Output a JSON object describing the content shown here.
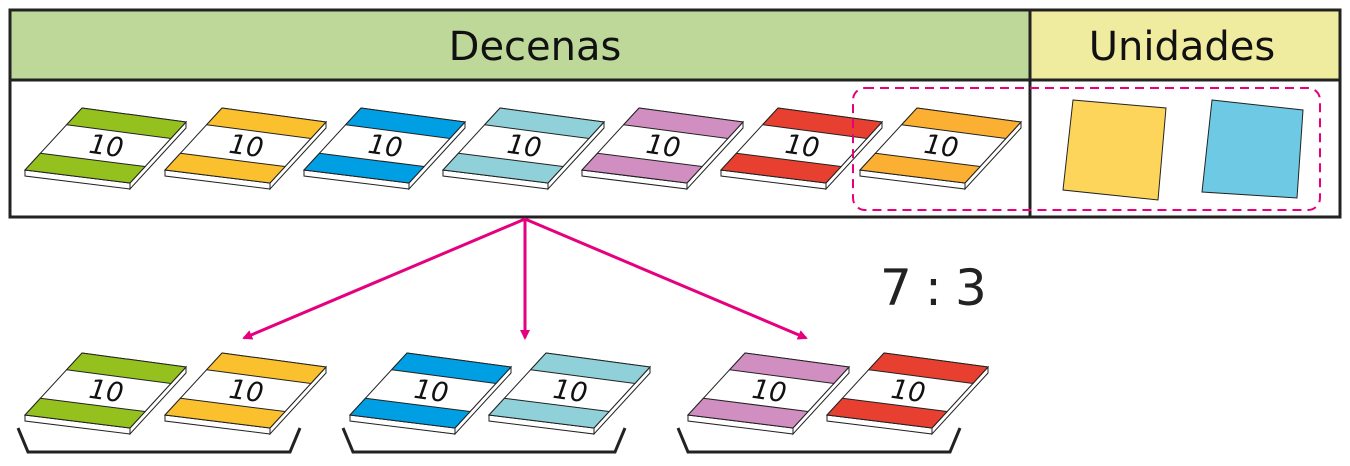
{
  "table": {
    "tens_header": "Decenas",
    "units_header": "Unidades",
    "tens_color": "#bdd898",
    "units_color": "#f0ec9f"
  },
  "tile_label": "10",
  "top_tiles": [
    "#95c11f",
    "#fbc02d",
    "#009fe3",
    "#8fd0d9",
    "#d08fc0",
    "#e84030",
    "#fbb034"
  ],
  "unit_squares": [
    "#fcd55a",
    "#6ecae4"
  ],
  "groups": [
    [
      "#95c11f",
      "#fbc02d"
    ],
    [
      "#009fe3",
      "#8fd0d9"
    ],
    [
      "#d08fc0",
      "#e84030"
    ]
  ],
  "ratio": {
    "dividend": "7",
    "sign": ":",
    "divisor": "3"
  },
  "accent_color": "#e6007e"
}
